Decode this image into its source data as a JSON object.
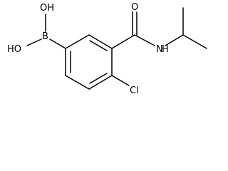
{
  "molecule": {
    "atoms": {
      "boronic_oh_top": "OH",
      "boronic_oh_left": "HO",
      "boron": "B",
      "carbonyl_oxygen": "O",
      "amide_nh": "N",
      "amide_h": "H",
      "chlorine": "Cl"
    },
    "colors": {
      "bond": "#000000",
      "label": "#000000",
      "background": "#ffffff"
    }
  }
}
